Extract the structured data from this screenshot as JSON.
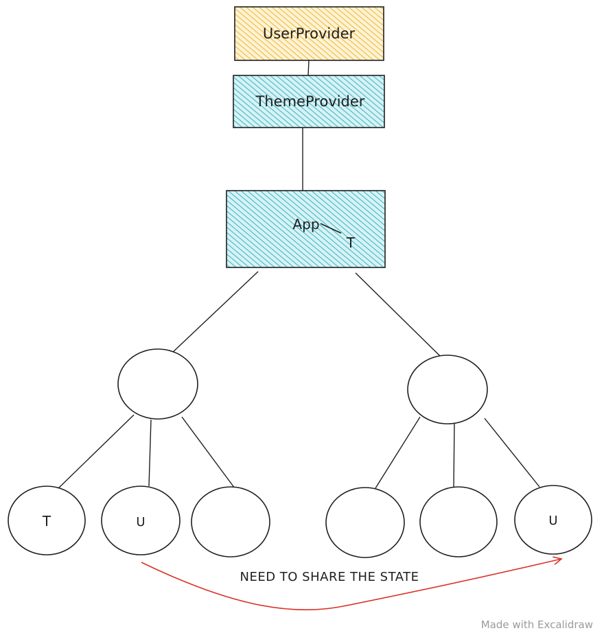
{
  "colors": {
    "user": "#f2c14e",
    "theme": "#4fc3cf",
    "stroke": "#1e1e1e",
    "arrow": "#d93025",
    "empty": "#ffffff"
  },
  "nodes": {
    "user_provider": {
      "label": "UserProvider"
    },
    "theme_provider": {
      "label": "ThemeProvider"
    },
    "app": {
      "label": "App",
      "tag": "T"
    },
    "leaf_theme": {
      "label": "T"
    },
    "leaf_user_left": {
      "label": "U"
    },
    "leaf_user_right": {
      "label": "U"
    }
  },
  "annotation": {
    "text": "NEED TO SHARE THE STATE"
  },
  "watermark": {
    "text": "Made with Excalidraw"
  }
}
